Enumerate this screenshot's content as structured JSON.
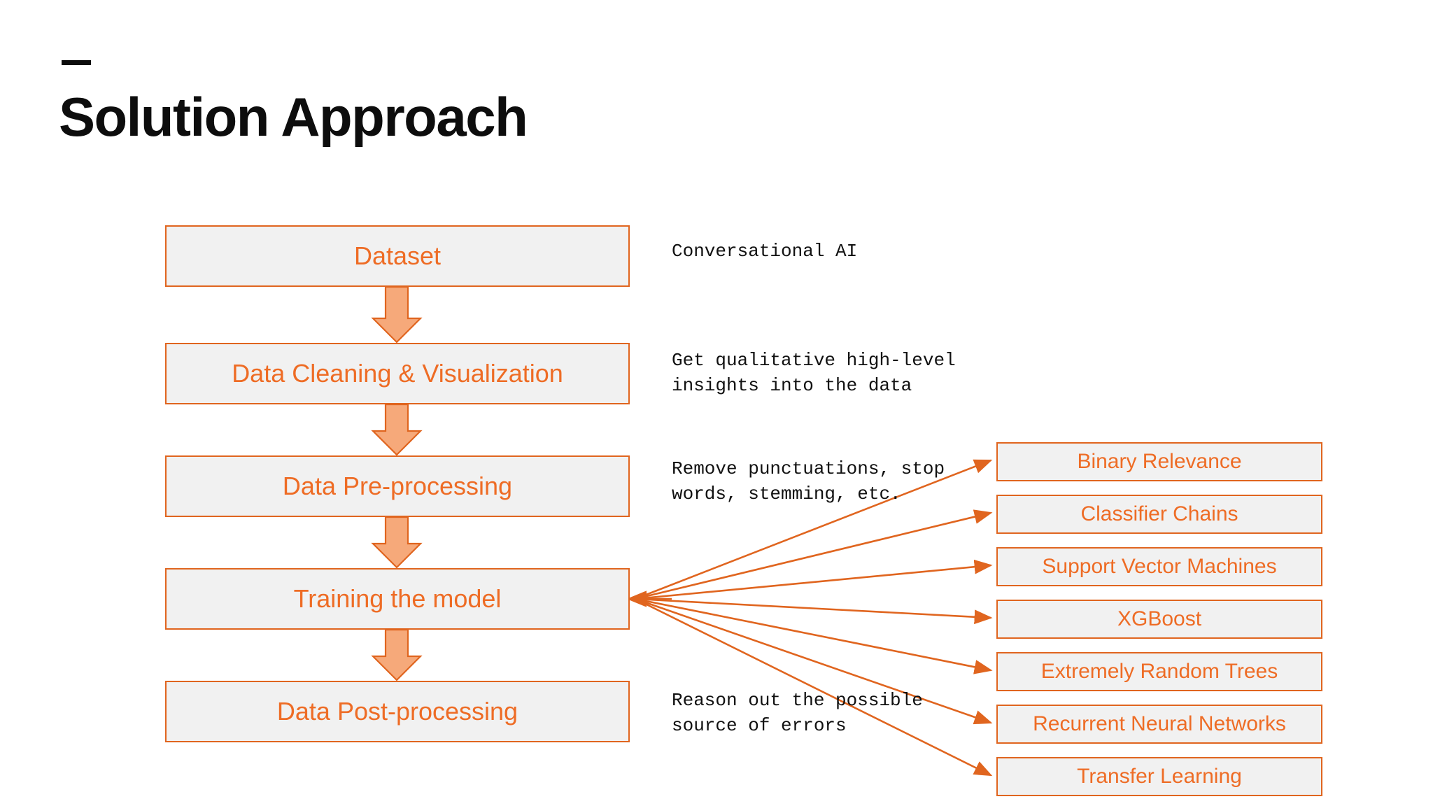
{
  "slide": {
    "title": "Solution Approach",
    "dash_icon": "horizontal-dash-icon",
    "accent_color": "#ee6c25",
    "border_color": "#e0651f",
    "box_fill_color": "#f1f1f1",
    "arrow_fill_color": "#f6a97a",
    "title_color": "#0d0d0d",
    "background_color": "#ffffff"
  },
  "pipeline": {
    "steps": [
      {
        "label": "Dataset"
      },
      {
        "label": "Data Cleaning & Visualization"
      },
      {
        "label": "Data Pre-processing"
      },
      {
        "label": "Training the model"
      },
      {
        "label": "Data Post-processing"
      }
    ]
  },
  "annotations": [
    {
      "lines": "Conversational AI"
    },
    {
      "lines": "Get qualitative high-level\ninsights into the data"
    },
    {
      "lines": "Remove punctuations, stop\nwords, stemming, etc."
    },
    {
      "lines": "Reason out the possible\nsource of errors"
    }
  ],
  "models": {
    "items": [
      {
        "label": "Binary Relevance"
      },
      {
        "label": "Classifier Chains"
      },
      {
        "label": "Support Vector Machines"
      },
      {
        "label": "XGBoost"
      },
      {
        "label": "Extremely Random Trees"
      },
      {
        "label": "Recurrent Neural Networks"
      },
      {
        "label": "Transfer Learning"
      }
    ]
  }
}
